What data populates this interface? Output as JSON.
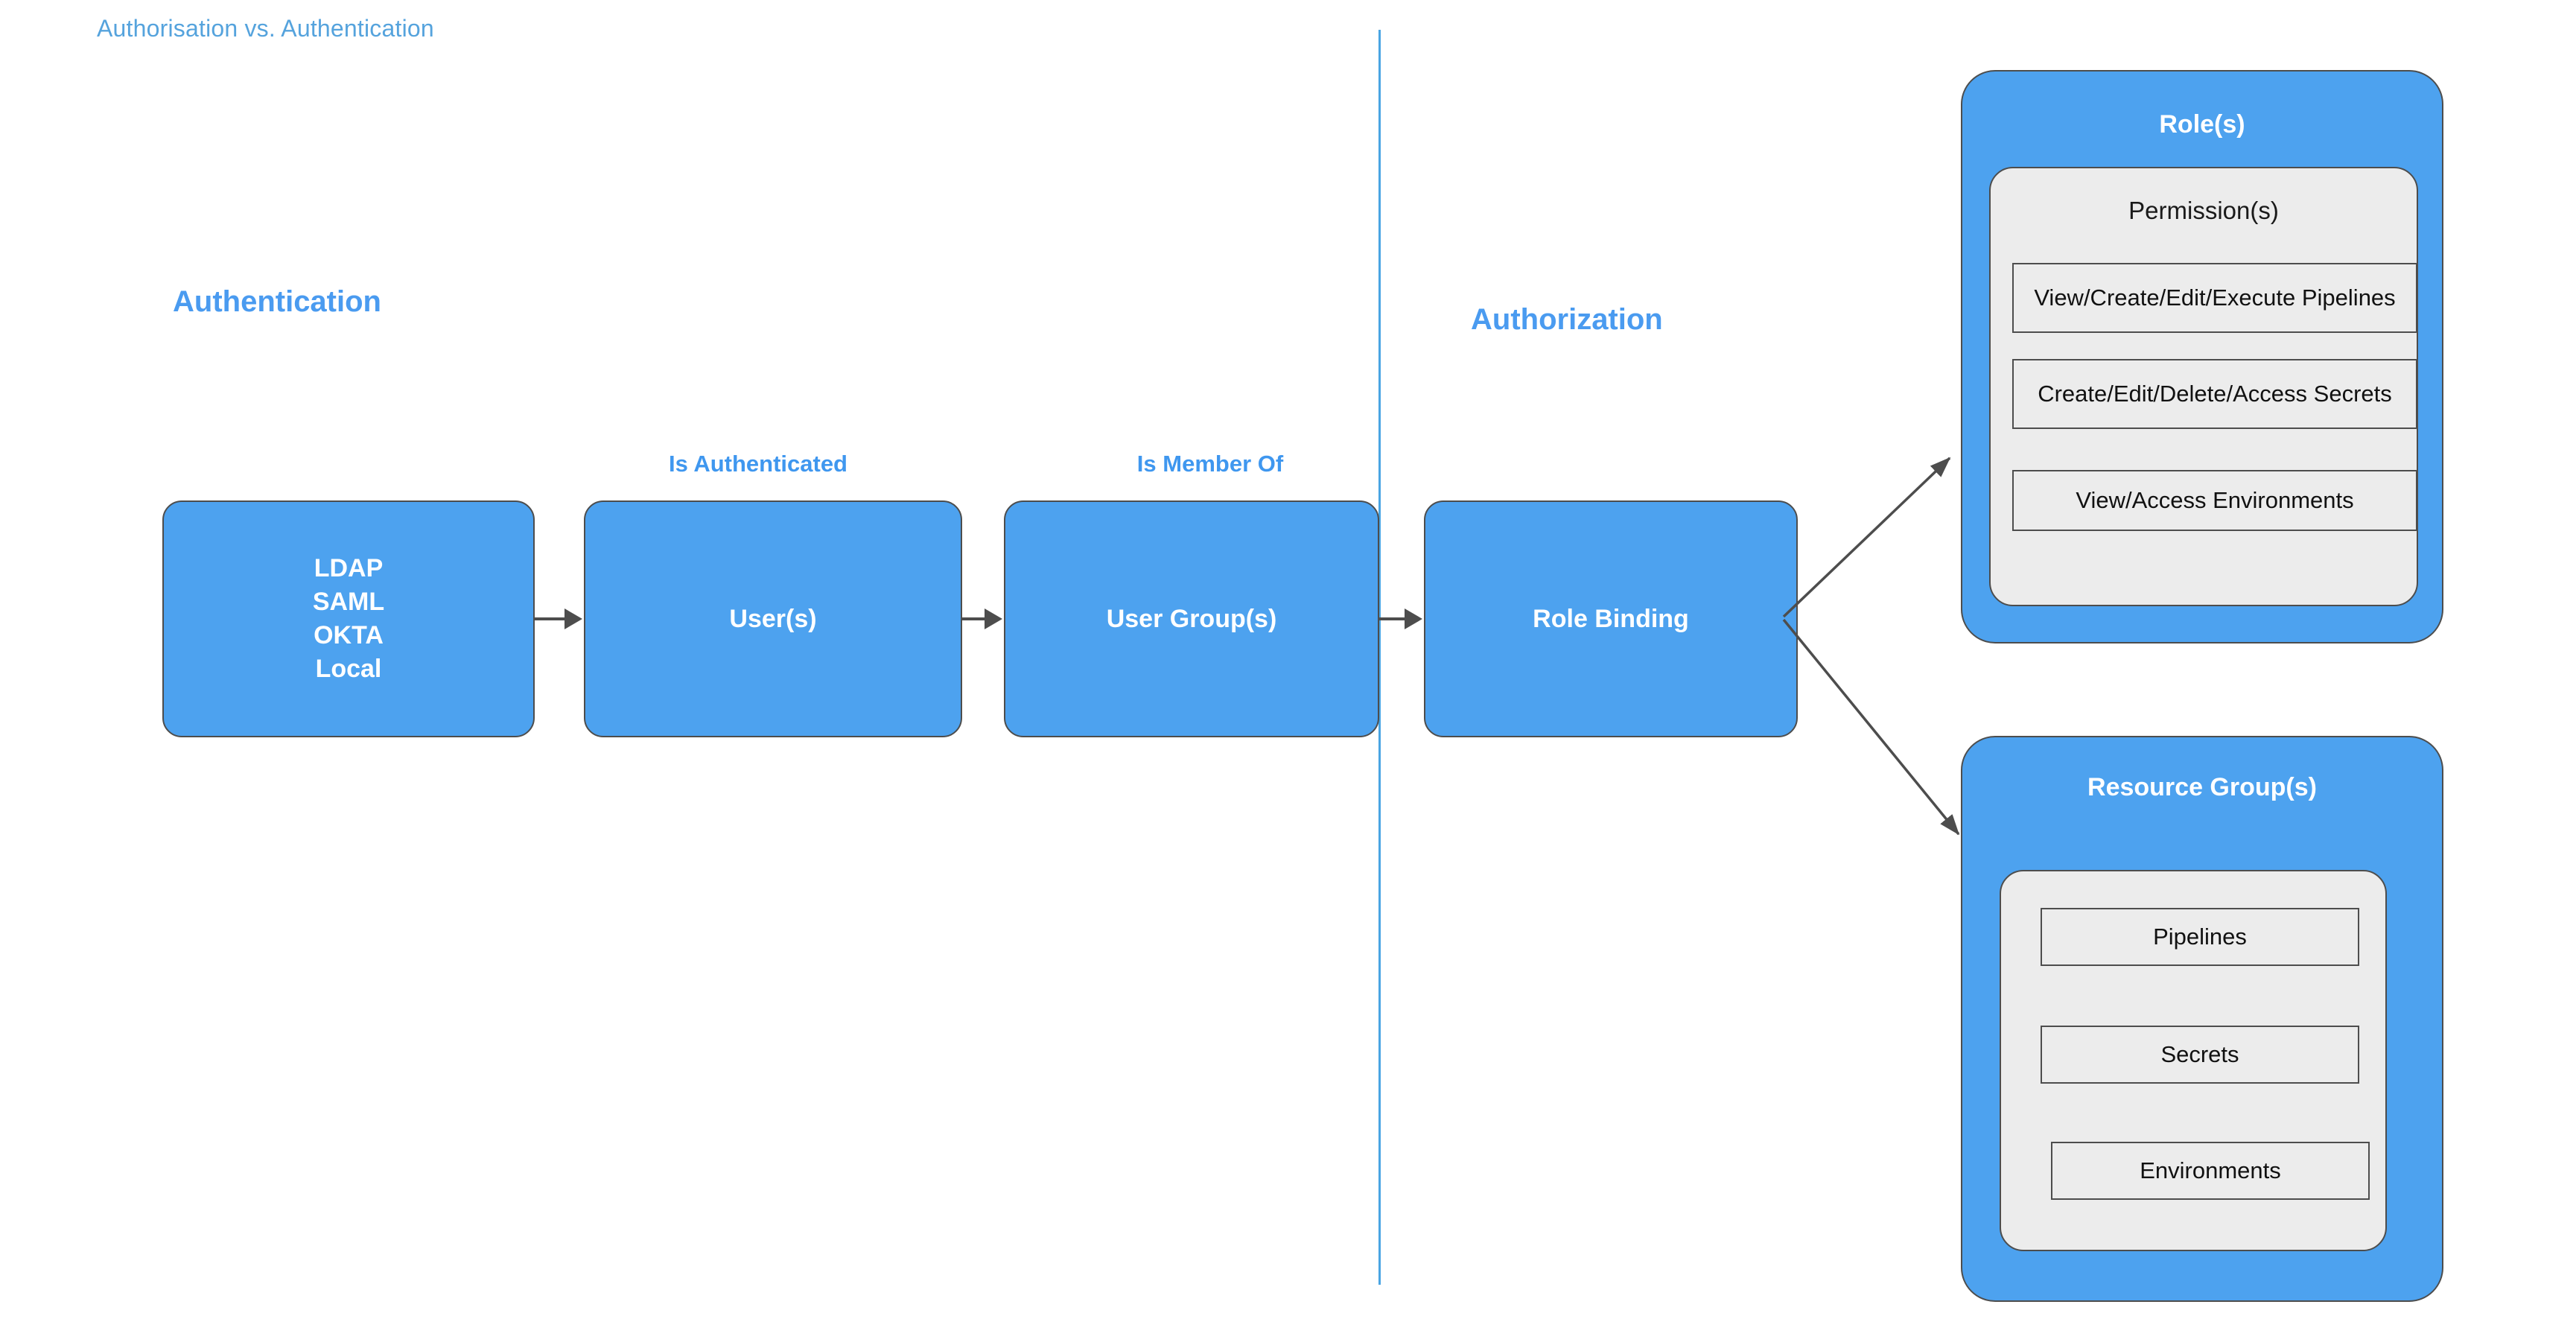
{
  "diagram": {
    "title": "Authorisation vs. Authentication",
    "accent_blue": "#4da2ef",
    "title_blue": "#55a3dd",
    "heading_blue": "#4a9bf0",
    "panel_gray": "#ececec",
    "border_gray": "#4d4d4d",
    "divider_blue": "#4aa5e3"
  },
  "sections": {
    "authentication_heading": "Authentication",
    "authorization_heading": "Authorization"
  },
  "edge_labels": {
    "is_authenticated": "Is Authenticated",
    "is_member_of": "Is Member Of"
  },
  "flow": {
    "identity_providers": {
      "lines": [
        "LDAP",
        "SAML",
        "OKTA",
        "Local"
      ]
    },
    "users": {
      "label": "User(s)"
    },
    "user_groups": {
      "label": "User Group(s)"
    },
    "role_binding": {
      "label": "Role Binding"
    }
  },
  "roles_card": {
    "title": "Role(s)",
    "panel_label": "Permission(s)",
    "items": [
      "View/Create/Edit/Execute Pipelines",
      "Create/Edit/Delete/Access Secrets",
      "View/Access Environments"
    ]
  },
  "resource_groups_card": {
    "title": "Resource Group(s)",
    "items": [
      "Pipelines",
      "Secrets",
      "Environments"
    ]
  }
}
